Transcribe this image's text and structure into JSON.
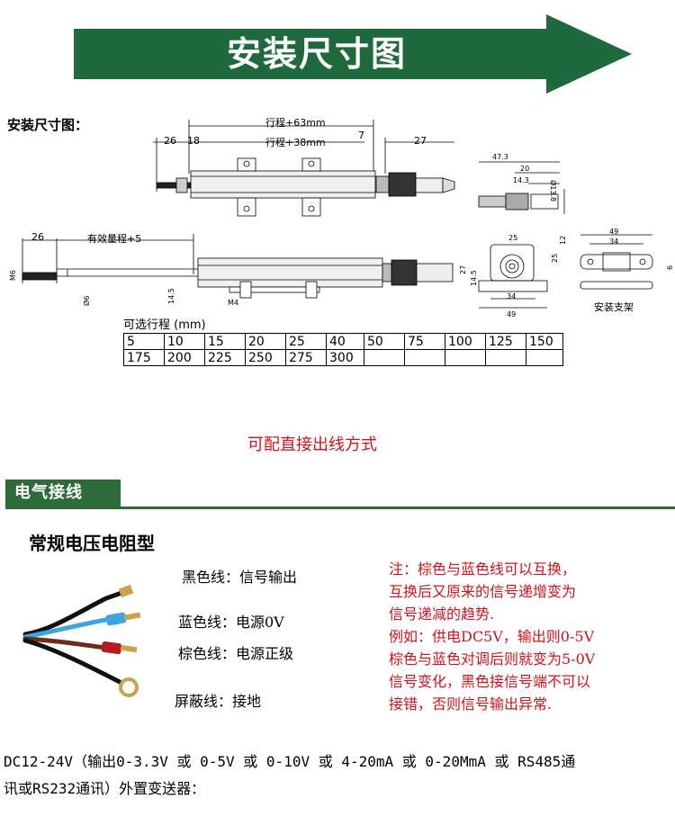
{
  "banner": {
    "title": "安装尺寸图"
  },
  "install": {
    "label": "安装尺寸图：",
    "top_drawing": {
      "stroke63": "行程+63mm",
      "stroke38": "行程+38mm",
      "d26": "26",
      "d18": "18",
      "d7": "7",
      "d27": "27"
    },
    "bottom_drawing": {
      "d26": "26",
      "effective": "有效量程+5",
      "m6": "M6",
      "phi6": "Ø6",
      "d14_5": "14.5",
      "m4": "M4"
    },
    "side_view": {
      "d47_3": "47.3",
      "d20": "20",
      "d14_3": "14.3",
      "d13_8": "Ø13.8"
    },
    "end_view": {
      "d25_top": "25",
      "d27": "27",
      "d14_5": "14.5",
      "d25_side": "25",
      "d34": "34",
      "d49": "49"
    },
    "bracket": {
      "d49": "49",
      "d34": "34",
      "d12": "12",
      "d6": "6",
      "label": "安装支架"
    }
  },
  "strokes": {
    "caption": "可选行程 (mm)",
    "row1": [
      "5",
      "10",
      "15",
      "20",
      "25",
      "40",
      "50",
      "75",
      "100",
      "125",
      "150"
    ],
    "row2": [
      "175",
      "200",
      "225",
      "250",
      "275",
      "300",
      "",
      "",
      "",
      "",
      ""
    ]
  },
  "cable_note": "可配直接出线方式",
  "wiring": {
    "tab": "电气接线",
    "type_title": "常规电压电阻型",
    "wires": [
      {
        "label": "黑色线：信号输出"
      },
      {
        "label": "蓝色线：电源0V"
      },
      {
        "label": "棕色线：电源正级"
      },
      {
        "label": "屏蔽线：接地"
      }
    ],
    "note": [
      "注：棕色与蓝色线可以互换，",
      "互换后又原来的信号递增变为",
      "信号递减的趋势.",
      "例如：供电DC5V，输出则0-5V",
      "棕色与蓝色对调后则就变为5-0V",
      "信号变化，黑色接信号端不可以",
      "接错，否则信号输出异常."
    ]
  },
  "footer": {
    "line1": "DC12-24V（输出0-3.3V 或 0-5V 或 0-10V 或 4-20mA 或 0-20MmA 或 RS485通",
    "line2": "讯或RS232通讯）外置变送器："
  },
  "colors": {
    "brand_green": "#1f6a3c",
    "note_red": "#d0101b"
  }
}
